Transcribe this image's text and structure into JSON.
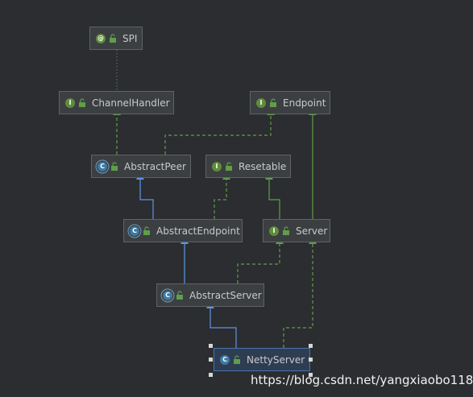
{
  "nodes": {
    "spi": {
      "label": "SPI",
      "badge": "@",
      "kind": "annotation"
    },
    "channel_handler": {
      "label": "ChannelHandler",
      "badge": "I",
      "kind": "interface"
    },
    "endpoint": {
      "label": "Endpoint",
      "badge": "I",
      "kind": "interface"
    },
    "abstract_peer": {
      "label": "AbstractPeer",
      "badge": "C",
      "kind": "abstract-class"
    },
    "resetable": {
      "label": "Resetable",
      "badge": "I",
      "kind": "interface"
    },
    "abstract_endpoint": {
      "label": "AbstractEndpoint",
      "badge": "C",
      "kind": "abstract-class"
    },
    "server": {
      "label": "Server",
      "badge": "I",
      "kind": "interface"
    },
    "abstract_server": {
      "label": "AbstractServer",
      "badge": "C",
      "kind": "abstract-class"
    },
    "netty_server": {
      "label": "NettyServer",
      "badge": "C",
      "kind": "class",
      "selected": true
    }
  },
  "edges": [
    {
      "from": "spi",
      "to": "channel_handler",
      "type": "annotated-by",
      "color": "#5d6f4a"
    },
    {
      "from": "abstract_peer",
      "to": "channel_handler",
      "type": "implements",
      "color": "#5f9e4a"
    },
    {
      "from": "abstract_peer",
      "to": "endpoint",
      "type": "implements",
      "color": "#5f9e4a"
    },
    {
      "from": "abstract_endpoint",
      "to": "abstract_peer",
      "type": "extends",
      "color": "#5b96e6"
    },
    {
      "from": "abstract_endpoint",
      "to": "resetable",
      "type": "implements",
      "color": "#5f9e4a"
    },
    {
      "from": "server",
      "to": "endpoint",
      "type": "extends-interface",
      "color": "#5f9e4a"
    },
    {
      "from": "server",
      "to": "resetable",
      "type": "extends-interface",
      "color": "#5f9e4a"
    },
    {
      "from": "abstract_server",
      "to": "abstract_endpoint",
      "type": "extends",
      "color": "#5b96e6"
    },
    {
      "from": "abstract_server",
      "to": "server",
      "type": "implements",
      "color": "#5f9e4a"
    },
    {
      "from": "netty_server",
      "to": "abstract_server",
      "type": "extends",
      "color": "#5b96e6"
    },
    {
      "from": "netty_server",
      "to": "server",
      "type": "implements",
      "color": "#5f9e4a"
    }
  ],
  "watermark": "https://blog.csdn.net/yangxiaobo118",
  "colors": {
    "background": "#2b2d30",
    "node_fill": "#3c3f41",
    "node_border": "#5f6365",
    "implements": "#5f9e4a",
    "extends": "#5b96e6",
    "annotation_link": "#5d6f4a"
  }
}
